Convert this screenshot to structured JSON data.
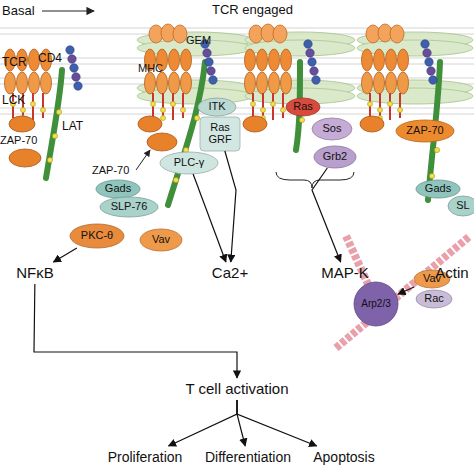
{
  "diagram": {
    "nodes": [
      {
        "text": [
          "ITK"
        ]
      },
      {
        "text": [
          "Ras GRF"
        ]
      },
      {
        "text": [
          "PLC-γ"
        ]
      },
      {
        "text": [
          "Ras"
        ]
      },
      {
        "text": [
          "Sos"
        ]
      },
      {
        "text": [
          "Grb2"
        ]
      },
      {
        "text": [
          "ZAP-70"
        ]
      },
      {
        "text": [
          "Gads"
        ]
      },
      {
        "text": [
          "SLP-76"
        ]
      },
      {
        "text": [
          "Gads"
        ]
      },
      {
        "text": [
          "SL"
        ]
      },
      {
        "text": [
          "PKC-θ"
        ]
      },
      {
        "text": [
          "Vav"
        ]
      },
      {
        "text": [
          "Vav"
        ]
      },
      {
        "text": [
          "Rac"
        ]
      },
      {
        "text": [
          "Arp2/3"
        ]
      },
      {
        "text": [
          "NFκB"
        ]
      },
      {
        "text": [
          "Ca2+"
        ]
      },
      {
        "text": [
          "MAP-K"
        ]
      },
      {
        "text": [
          "Actin"
        ]
      },
      {
        "text": [
          "T cell activation"
        ]
      },
      {
        "text": [
          "Proliferation"
        ]
      },
      {
        "text": [
          "Differentiation"
        ]
      },
      {
        "text": [
          "Apoptosis"
        ]
      }
    ],
    "edges": [
      {
        "from": 11,
        "to": 16,
        "arrow": "to"
      },
      {
        "from": 2,
        "to": 17,
        "arrow": "to"
      },
      {
        "from": 1,
        "to": 17,
        "arrow": "to"
      },
      {
        "from": 5,
        "to": 18,
        "arrow": "to"
      },
      {
        "from": 13,
        "to": 15,
        "arrow": "to"
      },
      {
        "from": 16,
        "to": 20,
        "arrow": "to"
      },
      {
        "from": 20,
        "to": 21,
        "arrow": "to"
      },
      {
        "from": 20,
        "to": 22,
        "arrow": "to"
      },
      {
        "from": 20,
        "to": 23,
        "arrow": "to"
      }
    ],
    "labels": [
      "Basal",
      "TCR engaged",
      "GEM",
      "TCR",
      "CD4",
      "MHC",
      "LCK",
      "LAT",
      "ZAP-70",
      "ZAP-70"
    ]
  }
}
